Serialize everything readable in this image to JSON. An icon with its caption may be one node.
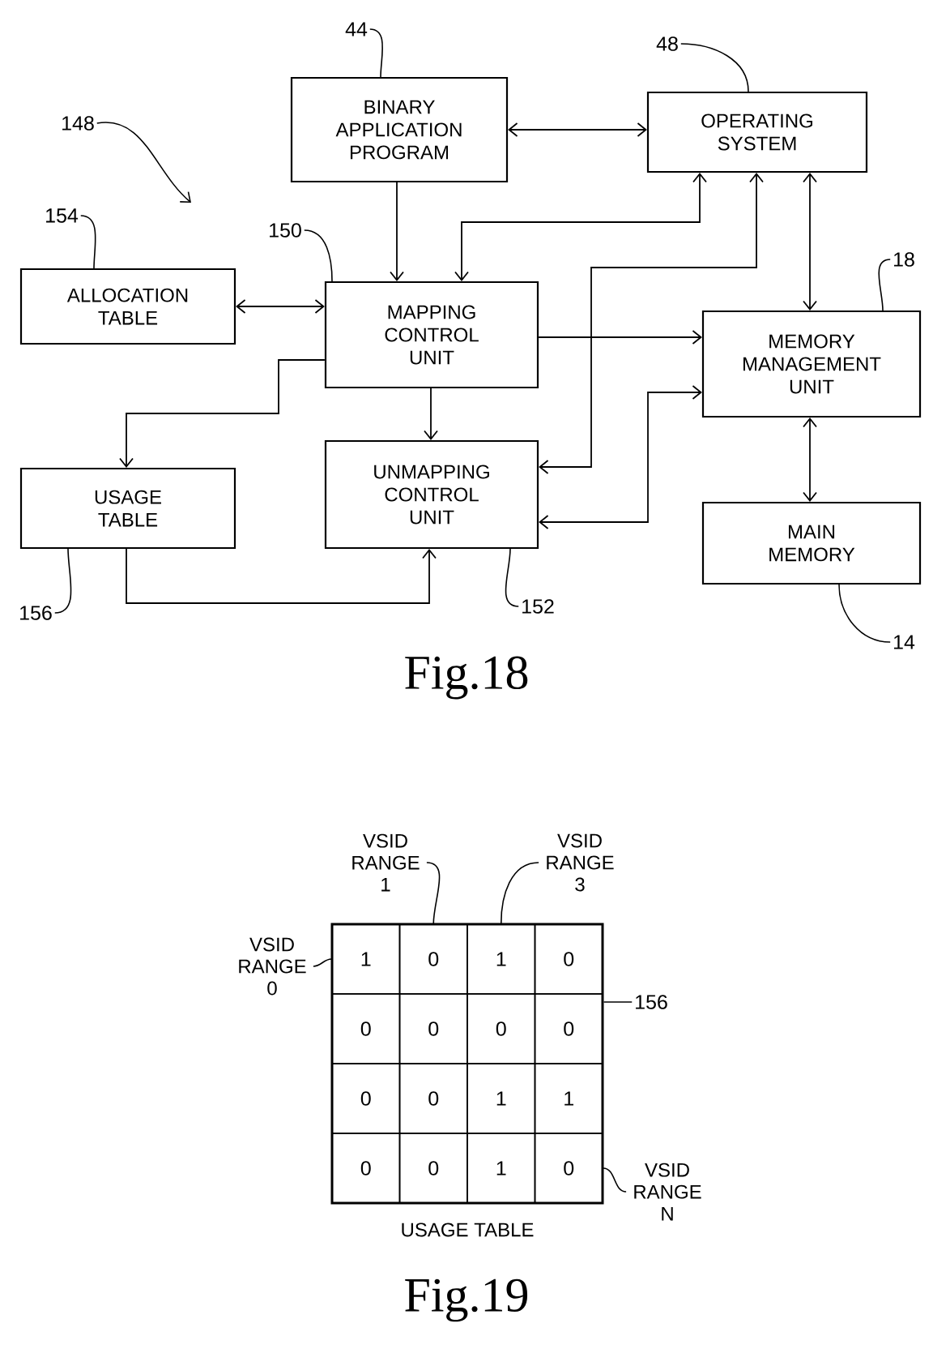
{
  "diagram": {
    "nodes": [
      {
        "text": [
          "BINARY APPLICATION PROGRAM"
        ]
      },
      {
        "text": [
          "OPERATING SYSTEM"
        ]
      },
      {
        "text": [
          "ALLOCATION TABLE"
        ]
      },
      {
        "text": [
          "MAPPING CONTROL UNIT"
        ]
      },
      {
        "text": [
          "MEMORY MANAGEMENT UNIT"
        ]
      },
      {
        "text": [
          "USAGE TABLE"
        ]
      },
      {
        "text": [
          "UNMAPPING CONTROL UNIT"
        ]
      },
      {
        "text": [
          "MAIN MEMORY"
        ]
      },
      {
        "text": [
          "44"
        ]
      },
      {
        "text": [
          "48"
        ]
      },
      {
        "text": [
          "148"
        ]
      },
      {
        "text": [
          "154"
        ]
      },
      {
        "text": [
          "150"
        ]
      },
      {
        "text": [
          "18"
        ]
      },
      {
        "text": [
          "156"
        ]
      },
      {
        "text": [
          "152"
        ]
      },
      {
        "text": [
          "14"
        ]
      },
      {
        "text": [
          "USAGE TABLE"
        ]
      },
      {
        "text": [
          "1"
        ],
        "in": 17
      },
      {
        "text": [
          "0"
        ],
        "in": 17
      },
      {
        "text": [
          "1"
        ],
        "in": 17
      },
      {
        "text": [
          "0"
        ],
        "in": 17
      },
      {
        "text": [
          "0"
        ],
        "in": 17
      },
      {
        "text": [
          "0"
        ],
        "in": 17
      },
      {
        "text": [
          "0"
        ],
        "in": 17
      },
      {
        "text": [
          "0"
        ],
        "in": 17
      },
      {
        "text": [
          "0"
        ],
        "in": 17
      },
      {
        "text": [
          "0"
        ],
        "in": 17
      },
      {
        "text": [
          "1"
        ],
        "in": 17
      },
      {
        "text": [
          "1"
        ],
        "in": 17
      },
      {
        "text": [
          "0"
        ],
        "in": 17
      },
      {
        "text": [
          "0"
        ],
        "in": 17
      },
      {
        "text": [
          "1"
        ],
        "in": 17
      },
      {
        "text": [
          "0"
        ],
        "in": 17
      },
      {
        "text": [
          "VSID RANGE 0"
        ]
      },
      {
        "text": [
          "VSID RANGE 1"
        ]
      },
      {
        "text": [
          "VSID RANGE 3"
        ]
      },
      {
        "text": [
          "156"
        ]
      },
      {
        "text": [
          "VSID RANGE N"
        ]
      }
    ],
    "edges": [
      {
        "from": 0,
        "to": 1,
        "arrow": "both"
      },
      {
        "from": 0,
        "to": 3,
        "arrow": "to"
      },
      {
        "from": 3,
        "to": 1,
        "arrow": "both"
      },
      {
        "from": 2,
        "to": 3,
        "arrow": "both"
      },
      {
        "from": 3,
        "to": 4,
        "arrow": "to"
      },
      {
        "from": 3,
        "to": 5,
        "arrow": "to"
      },
      {
        "from": 3,
        "to": 6,
        "arrow": "to"
      },
      {
        "from": 1,
        "to": 6,
        "arrow": "both"
      },
      {
        "from": 1,
        "to": 4,
        "arrow": "both"
      },
      {
        "from": 4,
        "to": 6,
        "arrow": "both"
      },
      {
        "from": 5,
        "to": 6,
        "arrow": "to"
      },
      {
        "from": 4,
        "to": 7,
        "arrow": "both"
      },
      {
        "from": 8,
        "to": 0,
        "arrow": "none"
      },
      {
        "from": 9,
        "to": 1,
        "arrow": "none"
      },
      {
        "from": 10,
        "to": null,
        "arrow": "to"
      },
      {
        "from": 11,
        "to": 2,
        "arrow": "none"
      },
      {
        "from": 12,
        "to": 3,
        "arrow": "none"
      },
      {
        "from": 13,
        "to": 4,
        "arrow": "none"
      },
      {
        "from": 14,
        "to": 5,
        "arrow": "none"
      },
      {
        "from": 15,
        "to": 6,
        "arrow": "none"
      },
      {
        "from": 16,
        "to": 7,
        "arrow": "none"
      },
      {
        "from": 34,
        "to": 18,
        "arrow": "none"
      },
      {
        "from": 35,
        "to": 19,
        "arrow": "none"
      },
      {
        "from": 36,
        "to": 20,
        "arrow": "none"
      },
      {
        "from": 37,
        "to": 17,
        "arrow": "none"
      },
      {
        "from": 38,
        "to": 33,
        "arrow": "none"
      }
    ],
    "labels": [
      "Fig.18",
      "Fig.19"
    ]
  }
}
